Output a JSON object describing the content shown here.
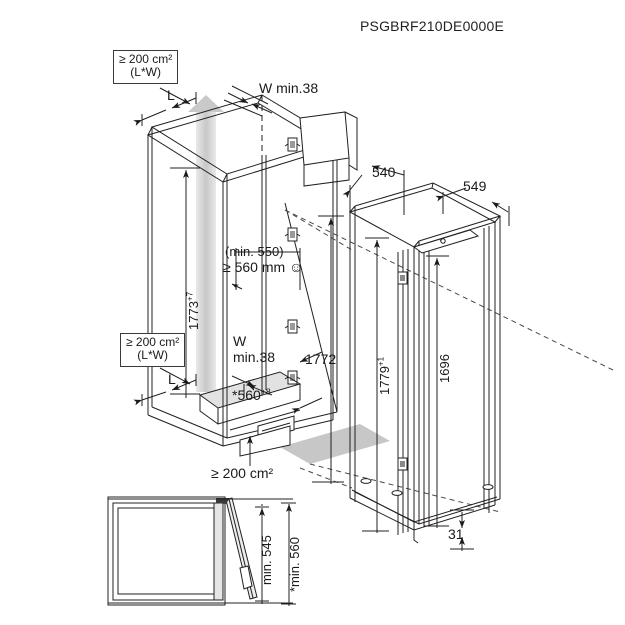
{
  "document": {
    "title": "PSGBRF210DE0000E",
    "type": "technical-installation-drawing",
    "units": "mm",
    "background_color": "#ffffff",
    "line_color": "#231f20",
    "shade_color": "#c9c9c9"
  },
  "views": {
    "niche": {
      "name": "cabinet-niche-isometric",
      "labels": {
        "vent_top": "≥ 200 cm²\n(L*W)",
        "vent_top_line1": "≥ 200 cm²",
        "vent_top_line2": "(L*W)",
        "vent_mid_line1": "≥ 200 cm²",
        "vent_mid_line2": "(L*W)",
        "depth_top": "L",
        "depth_mid": "L",
        "gap_top": "W min.38",
        "gap_mid_line1": "W",
        "gap_mid_line2": "min.38",
        "niche_height": "1773+7",
        "niche_height_base": "1773",
        "niche_height_tol": "+7",
        "niche_depth_note_line1": "(min. 550)",
        "niche_depth_note_line2": "≥ 560 mm ☺",
        "niche_width": "*560+8",
        "niche_width_base": "*560",
        "niche_width_tol": "+8",
        "appliance_height": "1772",
        "vent_bottom": "≥ 200 cm²"
      }
    },
    "appliance": {
      "name": "appliance-isometric-elevation",
      "labels": {
        "depth_body": "540",
        "depth_overall": "549",
        "height_overall": "1779+1",
        "height_overall_base": "1779",
        "height_overall_tol": "+1",
        "height_body": "1696",
        "plinth": "31"
      }
    },
    "plan": {
      "name": "door-swing-plan-view",
      "labels": {
        "door_open_depth": "min. 545",
        "door_open_depth_total": "*min. 560"
      }
    }
  }
}
